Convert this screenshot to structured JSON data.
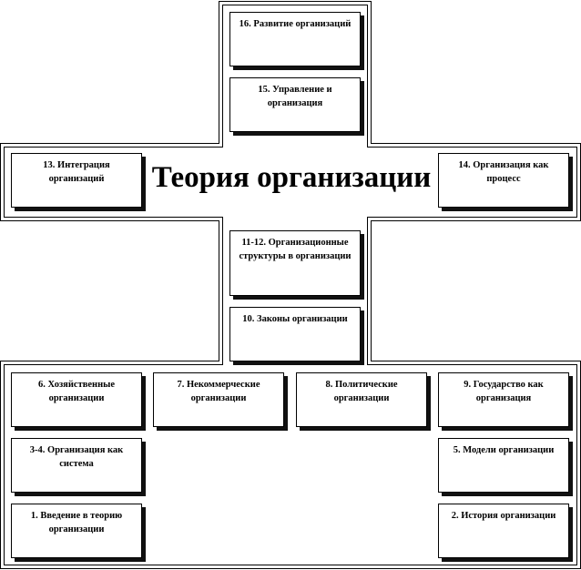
{
  "title": "Теория организации",
  "boxes": {
    "b16": "16. Развитие организаций",
    "b15": "15. Управление и организация",
    "b13": "13. Интеграция организаций",
    "b14": "14. Организация как процесс",
    "b1112": "11-12. Организационные структуры в организации",
    "b10": "10. Законы организации",
    "b6": "6. Хозяйственные организации",
    "b7": "7. Некоммерческие организации",
    "b8": "8. Политические организации",
    "b9": "9. Государство как организация",
    "b34": "3-4. Организация как система",
    "b5": "5. Модели организации",
    "b1": "1. Введение в теорию организации",
    "b2": "2. История организации"
  },
  "colors": {
    "line": "#000000",
    "shadow": "#111111",
    "background": "#ffffff"
  }
}
